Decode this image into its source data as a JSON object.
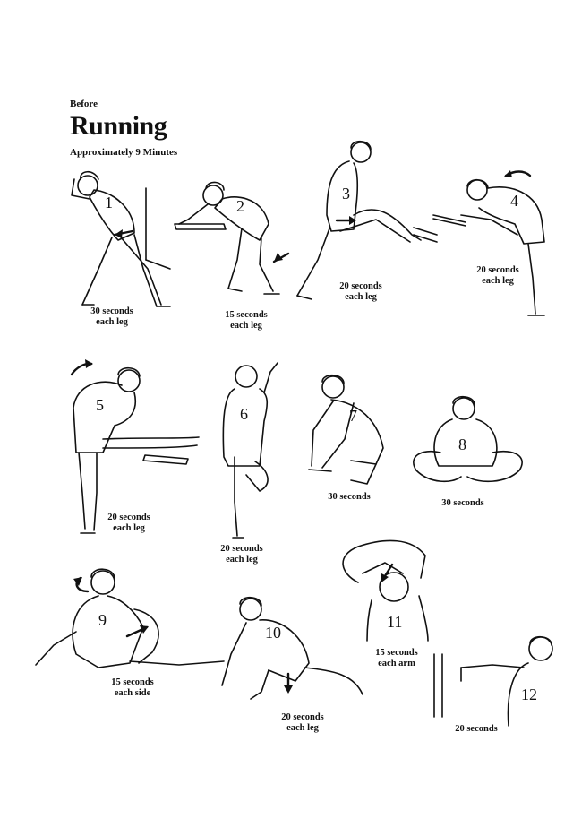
{
  "header": {
    "kicker": "Before",
    "title": "Running",
    "subtitle": "Approximately 9 Minutes"
  },
  "stretches": [
    {
      "number": "1",
      "caption_line1": "30 seconds",
      "caption_line2": "each leg"
    },
    {
      "number": "2",
      "caption_line1": "15 seconds",
      "caption_line2": "each leg"
    },
    {
      "number": "3",
      "caption_line1": "20 seconds",
      "caption_line2": "each leg"
    },
    {
      "number": "4",
      "caption_line1": "20 seconds",
      "caption_line2": "each leg"
    },
    {
      "number": "5",
      "caption_line1": "20 seconds",
      "caption_line2": "each leg"
    },
    {
      "number": "6",
      "caption_line1": "20 seconds",
      "caption_line2": "each leg"
    },
    {
      "number": "7",
      "caption_line1": "30 seconds",
      "caption_line2": ""
    },
    {
      "number": "8",
      "caption_line1": "30 seconds",
      "caption_line2": ""
    },
    {
      "number": "9",
      "caption_line1": "15 seconds",
      "caption_line2": "each side"
    },
    {
      "number": "10",
      "caption_line1": "20 seconds",
      "caption_line2": "each leg"
    },
    {
      "number": "11",
      "caption_line1": "15 seconds",
      "caption_line2": "each arm"
    },
    {
      "number": "12",
      "caption_line1": "20 seconds",
      "caption_line2": ""
    }
  ]
}
